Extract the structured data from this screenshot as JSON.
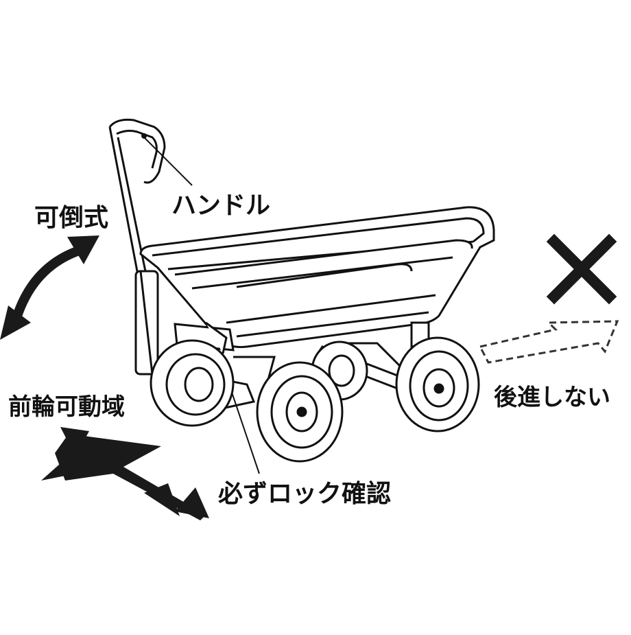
{
  "labels": {
    "tilt": "可倒式",
    "handle": "ハンドル",
    "front_wheel_range": "前輪可動域",
    "lock_check": "必ずロック確認",
    "no_reverse": "後進しない"
  },
  "marks": {
    "no_reverse_mark": "×"
  },
  "colors": {
    "ink": "#111111",
    "background": "#ffffff"
  },
  "icons": {
    "no_reverse_mark": "cross-mark-icon",
    "reverse_arrow": "dashed-arrow-icon",
    "tilt_arrow": "curved-double-arrow-icon",
    "front_wheel_arrow": "zigzag-double-arrow-icon"
  }
}
